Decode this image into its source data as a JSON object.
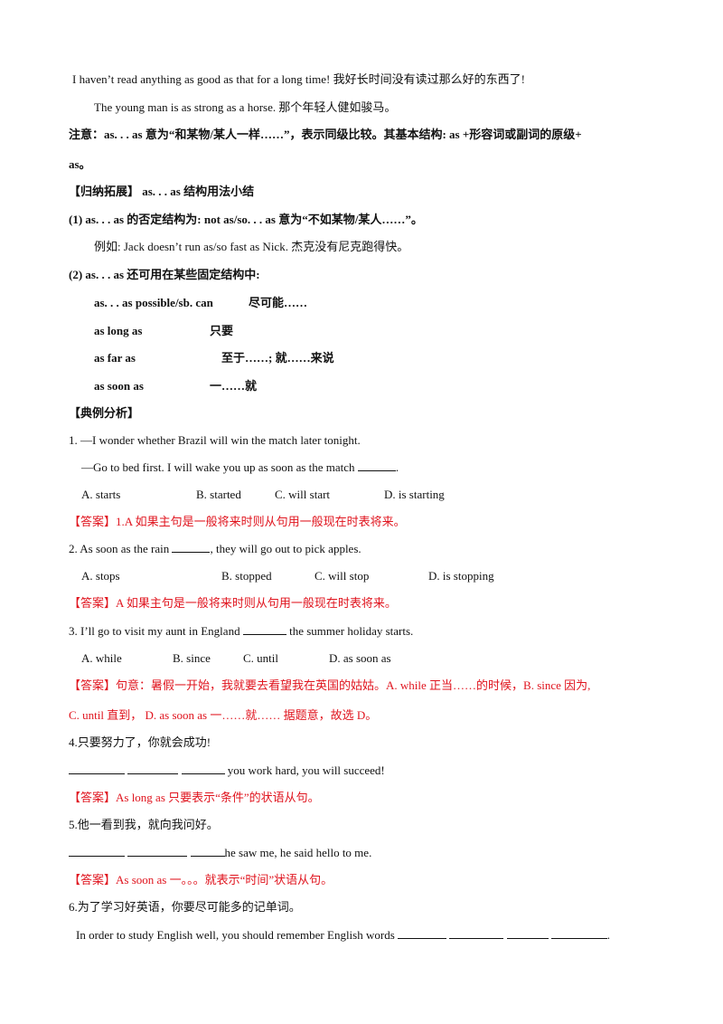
{
  "lines": {
    "ex1": "I haven’t read anything as good as that for a long time! 我好长时间没有读过那么好的东西了!",
    "ex2": "The young man is as strong as a horse. 那个年轻人健如骏马。",
    "note_a": "注意：as. . . as 意为“和某物/某人一样……”，表示同级比较。其基本结构: as +形容词或副词的原级+",
    "note_b": "as。",
    "sum_title": "【归纳拓展】 as. . . as 结构用法小结",
    "p1": "(1)  as. . . as 的否定结构为: not as/so. . . as 意为“不如某物/某人……”。",
    "p1_ex": "例如: Jack doesn’t run as/so fast as Nick. 杰克没有尼克跑得快。",
    "p2": "(2)  as. . . as 还可用在某些固定结构中:"
  },
  "phrases": [
    {
      "en": "as. . . as  possible/sb.  can",
      "cn": "尽可能……"
    },
    {
      "en": "as  long  as",
      "cn": "只要"
    },
    {
      "en": "as  far  as",
      "cn": "至于……; 就……来说"
    },
    {
      "en": "as  soon  as",
      "cn": "一……就"
    }
  ],
  "examples_title": "【典例分析】",
  "q1": {
    "stem_a": "1. —I wonder whether Brazil will win the match later tonight.",
    "stem_b": "—Go to bed first. I will wake you up as soon as the match",
    "stem_b_end": ".",
    "options": [
      "A. starts",
      "B. started",
      "C. will start",
      "D. is starting"
    ],
    "answer": "【答案】1.A 如果主句是一般将来时则从句用一般现在时表将来。"
  },
  "q2": {
    "stem_pre": "2. As soon as the rain",
    "stem_post": ", they will go out to pick apples.",
    "options": [
      "A. stops",
      "B. stopped",
      "C. will stop",
      "D. is stopping"
    ],
    "answer": "【答案】A 如果主句是一般将来时则从句用一般现在时表将来。"
  },
  "q3": {
    "stem_pre": "3. I’ll go to visit my aunt in England",
    "stem_post": "the summer holiday starts.",
    "options": [
      "A. while",
      "B. since",
      "C. until",
      "D. as soon as"
    ],
    "answer_a": "【答案】句意：暑假一开始，我就要去看望我在英国的姑姑。A. while 正当……的时候，B. since 因为,",
    "answer_b": "C. until 直到，   D. as soon as 一……就……  据题意，故选 D。"
  },
  "q4": {
    "stem": "4.只要努力了，你就会成功!",
    "fill_post": "you work hard, you will succeed!",
    "answer": "【答案】As long as  只要表示“条件”的状语从句。"
  },
  "q5": {
    "stem": "5.他一看到我，就向我问好。",
    "fill_post": "he saw me, he said hello to me.",
    "answer": "【答案】As soon as  一。。。就表示“时间”状语从句。"
  },
  "q6": {
    "stem": "6.为了学习好英语，你要尽可能多的记单词。",
    "fill_pre": "In order to study English well, you should remember English words",
    "fill_end": "."
  }
}
